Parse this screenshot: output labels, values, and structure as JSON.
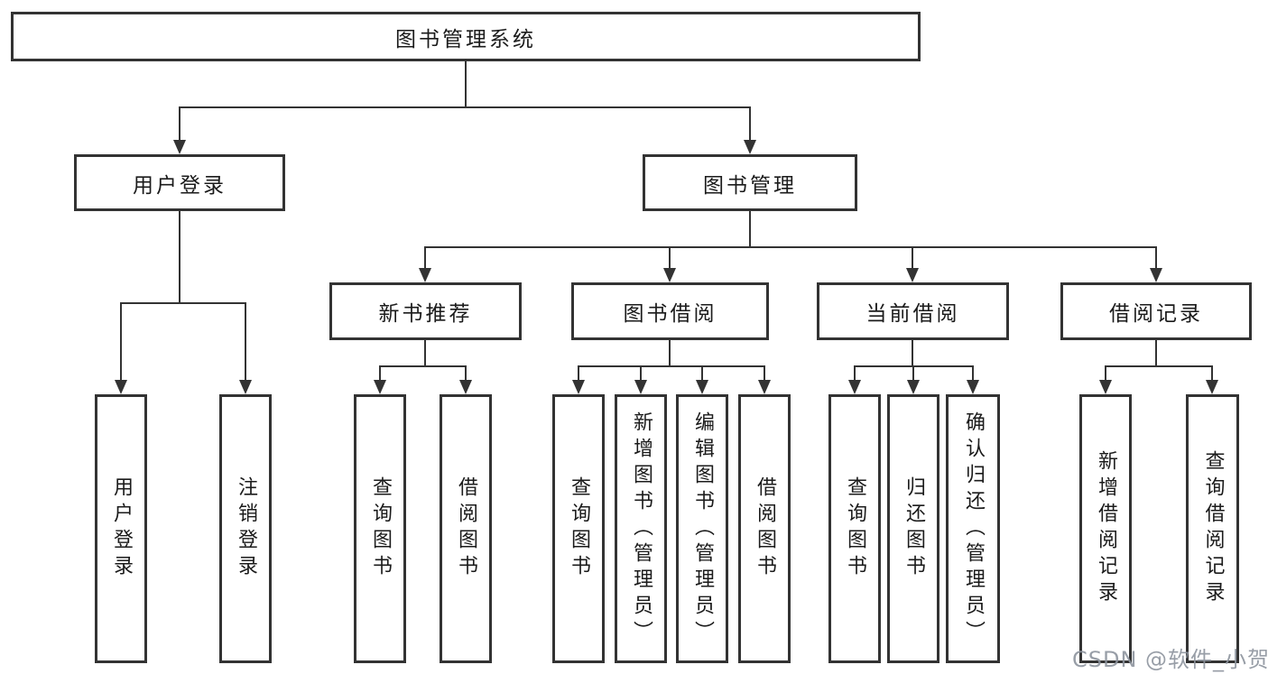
{
  "diagram": {
    "root": "图书管理系统",
    "login_branch": {
      "label": "用户登录",
      "children": [
        "用户登录",
        "注销登录"
      ]
    },
    "manage_branch": {
      "label": "图书管理",
      "sections": [
        {
          "label": "新书推荐",
          "children": [
            "查询图书",
            "借阅图书"
          ]
        },
        {
          "label": "图书借阅",
          "children": [
            "查询图书",
            "新增图书（管理员）",
            "编辑图书（管理员）",
            "借阅图书"
          ]
        },
        {
          "label": "当前借阅",
          "children": [
            "查询图书",
            "归还图书",
            "确认归还（管理员）"
          ]
        },
        {
          "label": "借阅记录",
          "children": [
            "新增借阅记录",
            "查询借阅记录"
          ]
        }
      ]
    },
    "colors": {
      "line": "#333333",
      "text": "#1b1b1b",
      "watermark": "#8d949e"
    },
    "watermark": "CSDN @软件_小贺同学"
  }
}
